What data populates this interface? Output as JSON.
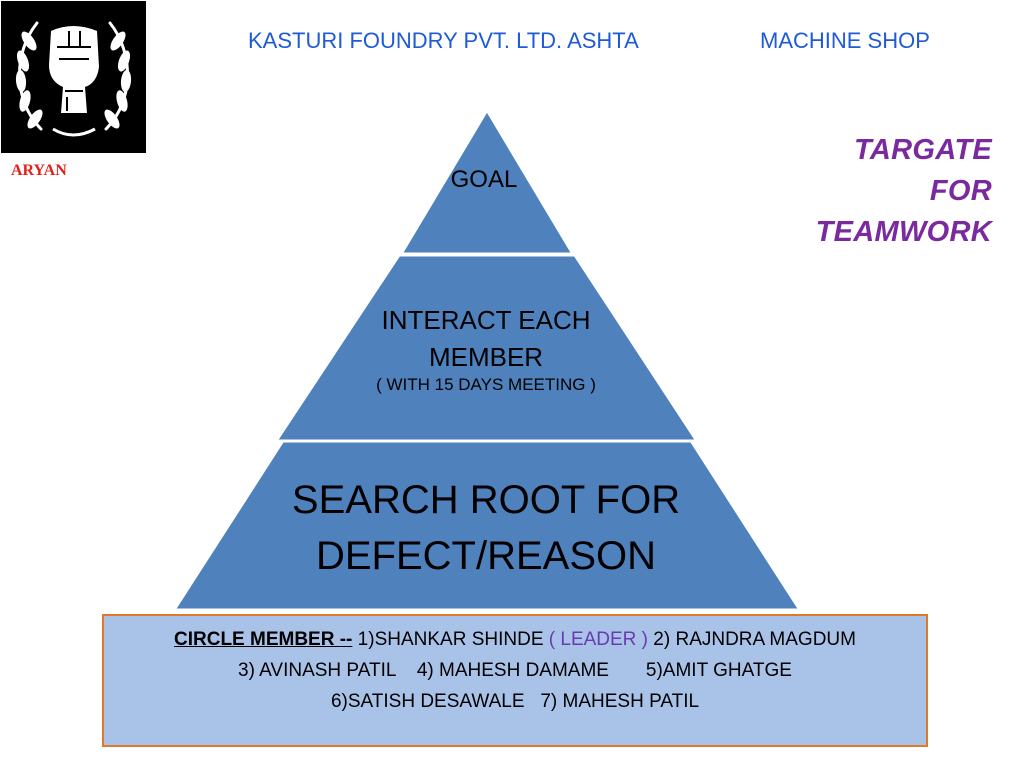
{
  "header": {
    "company": "KASTURI FOUNDRY PVT. LTD. ASHTA",
    "section": "MACHINE SHOP"
  },
  "logo": {
    "caption": "ARYAN",
    "icon": "raised-fist-laurel-icon"
  },
  "tagline": {
    "line1": "TARGATE",
    "line2": "FOR",
    "line3": "TEAMWORK"
  },
  "pyramid": {
    "top": "GOAL",
    "middle_line1": "INTERACT EACH",
    "middle_line2": "MEMBER",
    "middle_sub": "( WITH  15  DAYS  MEETING )",
    "bottom_line1": "SEARCH ROOT FOR",
    "bottom_line2": "DEFECT/REASON"
  },
  "members": {
    "label": "CIRCLE  MEMBER --",
    "m1": " 1)SHANKAR  SHINDE ",
    "leader_tag": "( LEADER )",
    "m2": "  2) RAJNDRA MAGDUM",
    "line2": "3) AVINASH PATIL    4) MAHESH DAMAME       5)AMIT GHATGE",
    "line3": "6)SATISH DESAWALE   7) MAHESH PATIL"
  },
  "colors": {
    "header_text": "#1f5bd6",
    "tagline": "#7a2a9e",
    "pyramid_fill": "#4f81bd",
    "member_box": "#a9c2e8",
    "member_border": "#e07a2a",
    "caption": "#e0201b"
  }
}
